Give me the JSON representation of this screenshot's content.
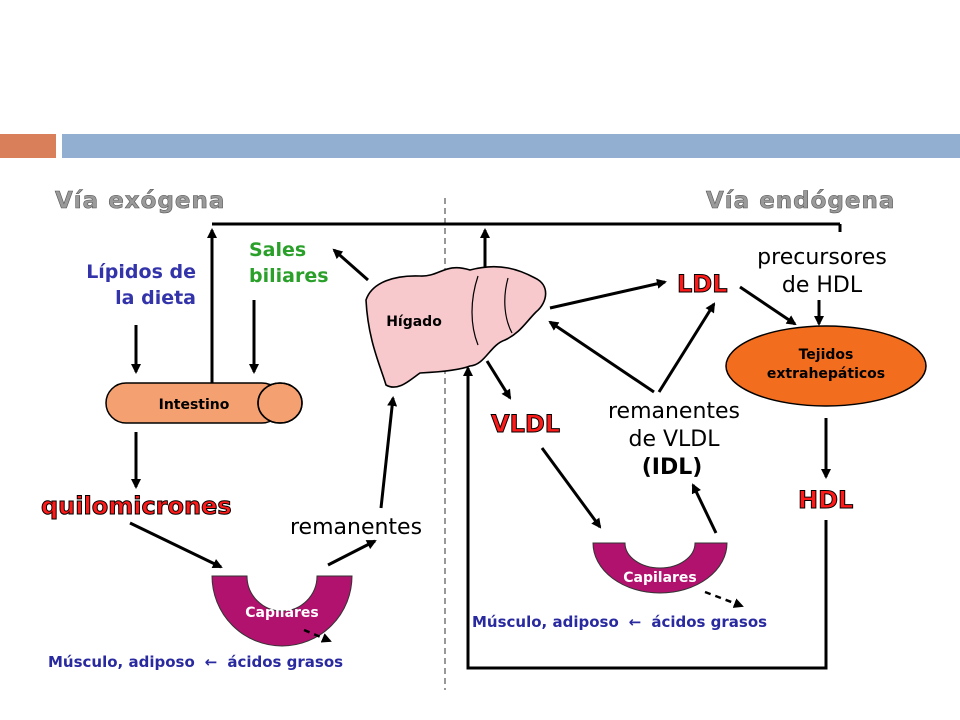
{
  "header": {
    "left_title": "Vía exógena",
    "right_title": "Vía endógena"
  },
  "exogenous": {
    "lipids_line1": "Lípidos de",
    "lipids_line2": "la dieta",
    "bile_line1": "Sales",
    "bile_line2": "biliares",
    "intestine": "Intestino",
    "chylomicrons": "quilomicrones",
    "remnants": "remanentes",
    "capillaries": "Capilares",
    "muscle_pre": "Músculo, adiposo",
    "muscle_post": "ácidos grasos"
  },
  "liver": {
    "label": "Hígado"
  },
  "endogenous": {
    "ldl": "LDL",
    "vldl": "VLDL",
    "hdl_precursors_line1": "precursores",
    "hdl_precursors_line2": "de HDL",
    "tissues_line1": "Tejidos",
    "tissues_line2": "extrahepáticos",
    "vldl_remnants_line1": "remanentes",
    "vldl_remnants_line2": "de VLDL",
    "idl": "(IDL)",
    "hdl": "HDL",
    "capillaries": "Capilares",
    "muscle_pre": "Músculo, adiposo",
    "muscle_post": "ácidos grasos"
  },
  "symbols": {
    "arrow_left": "←"
  },
  "colors": {
    "accent_orange": "#d9805a",
    "accent_blue": "#92afd1",
    "intestine_fill": "#f5a070",
    "liver_fill": "#f7c8cc",
    "capillary_fill": "#b0126e",
    "tissues_fill": "#f26d1e",
    "lipo_red": "#ff1a1a"
  }
}
